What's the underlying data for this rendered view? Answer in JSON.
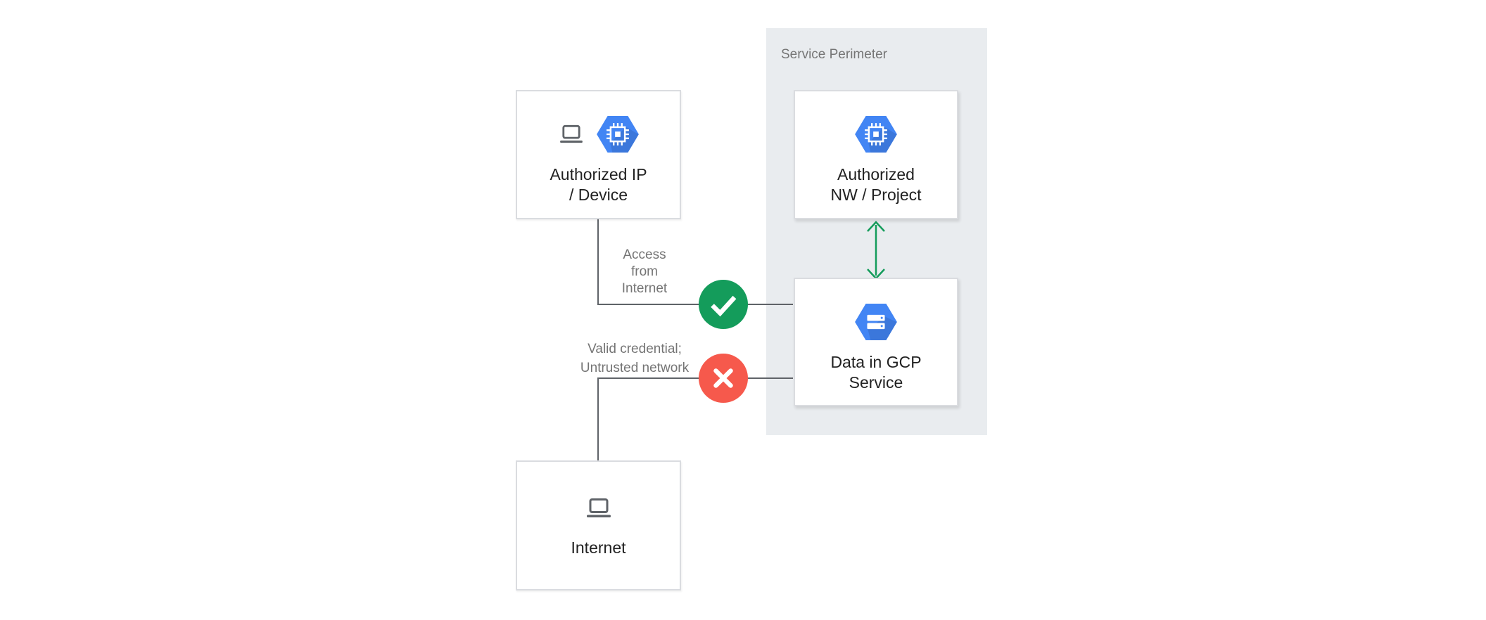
{
  "perimeter": {
    "label": "Service Perimeter"
  },
  "nodes": {
    "authorized_ip_device": {
      "lines": [
        "Authorized IP",
        "/ Device"
      ]
    },
    "authorized_nw_project": {
      "lines": [
        "Authorized",
        "NW / Project"
      ]
    },
    "data_in_gcp_service": {
      "lines": [
        "Data in GCP",
        "Service"
      ]
    },
    "internet": {
      "lines": [
        "Internet"
      ]
    }
  },
  "annotations": {
    "access_from_internet": {
      "lines": [
        "Access",
        "from",
        "Internet"
      ],
      "result": "allowed"
    },
    "untrusted_network": {
      "lines": [
        "Valid credential;",
        "Untrusted network"
      ],
      "result": "denied"
    }
  },
  "icons": {
    "laptop": "laptop-icon",
    "compute_engine": "gcp-compute-engine-hexagon-icon",
    "storage": "gcp-storage-hexagon-icon",
    "allowed_badge": "check-icon",
    "denied_badge": "x-icon",
    "nw_project_link": "double-headed-arrow-icon"
  },
  "colors": {
    "background": "#FFFFFF",
    "perimeter_bg": "#E9ECEF",
    "node_bg": "#FFFFFF",
    "node_border": "#DADCE0",
    "connector": "#5F6368",
    "allowed_green": "#149C5B",
    "denied_red": "#F6594C",
    "gcp_blue": "#4285F4",
    "label_text": "#212121",
    "annotation_text": "#757575"
  }
}
